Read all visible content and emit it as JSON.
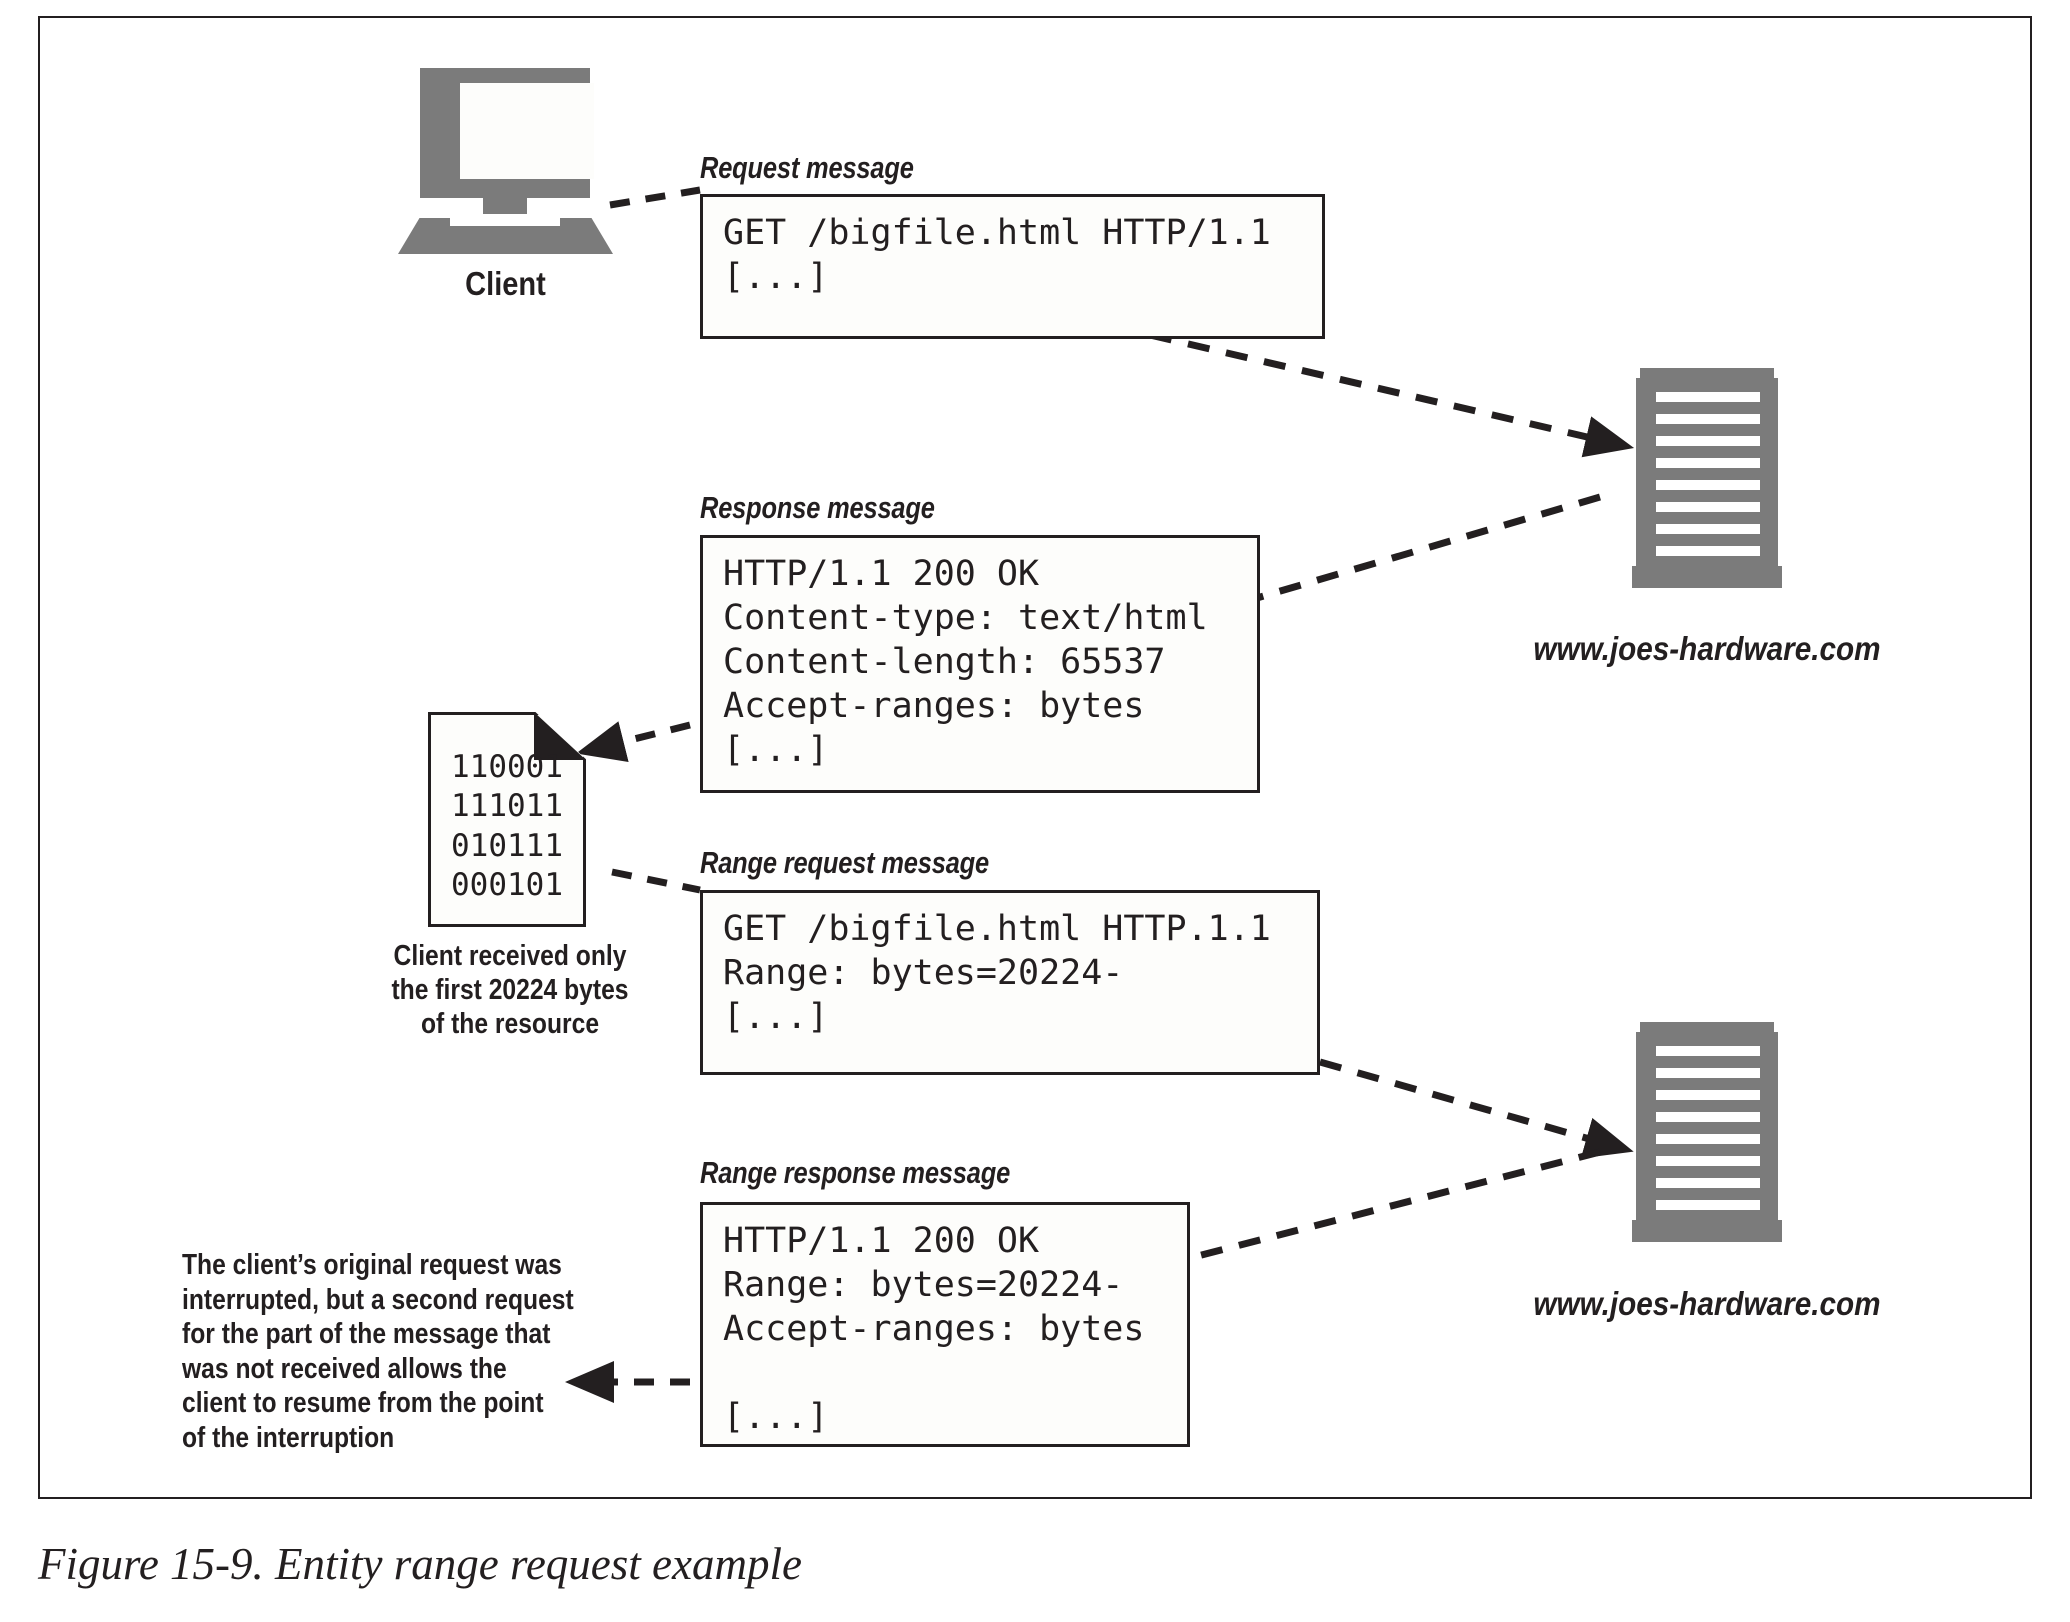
{
  "figure": {
    "caption": "Figure 15-9. Entity range request example"
  },
  "client": {
    "label": "Client",
    "icon": "desktop-computer-icon"
  },
  "servers": [
    {
      "label": "www.joes-hardware.com",
      "icon": "server-tower-icon"
    },
    {
      "label": "www.joes-hardware.com",
      "icon": "server-tower-icon"
    }
  ],
  "messages": [
    {
      "label": "Request message",
      "body": "GET /bigfile.html HTTP/1.1\n[...]"
    },
    {
      "label": "Response message",
      "body": "HTTP/1.1 200 OK\nContent-type: text/html\nContent-length: 65537\nAccept-ranges: bytes\n[...]"
    },
    {
      "label": "Range request message",
      "body": "GET /bigfile.html HTTP.1.1\nRange: bytes=20224-\n[...]"
    },
    {
      "label": "Range response message",
      "body": "HTTP/1.1 200 OK\nRange: bytes=20224-\nAccept-ranges: bytes\n\n[...]"
    }
  ],
  "document": {
    "icon": "binary-file-icon",
    "bits": "110001\n111011\n010111\n000101"
  },
  "annotations": {
    "partial_receipt": "Client received only\nthe first 20224 bytes\nof the resource",
    "resume_explanation": "The client’s original request was\ninterrupted, but a second request\nfor the part of the message that\nwas not received allows the\nclient to resume from the point\nof the interruption"
  },
  "colors": {
    "ink": "#231f20",
    "hardware_gray": "#7b7b7b",
    "paper": "#fdfdfb"
  }
}
